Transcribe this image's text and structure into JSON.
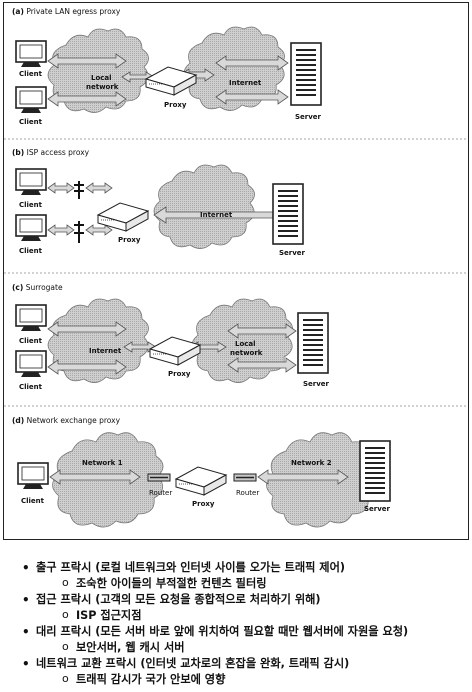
{
  "figure": {
    "panels": [
      {
        "letter": "(a)",
        "title": "Private LAN egress proxy",
        "clients": [
          "Client",
          "Client"
        ],
        "cloud1": [
          "Local",
          "network"
        ],
        "cloud2": [
          "Internet"
        ],
        "proxy": "Proxy",
        "server": "Server"
      },
      {
        "letter": "(b)",
        "title": "ISP access proxy",
        "clients": [
          "Client",
          "Client"
        ],
        "cloud1": [
          "Internet"
        ],
        "proxy": "Proxy",
        "server": "Server"
      },
      {
        "letter": "(c)",
        "title": "Surrogate",
        "clients": [
          "Client",
          "Client"
        ],
        "cloud1": [
          "Internet"
        ],
        "cloud2": [
          "Local",
          "network"
        ],
        "proxy": "Proxy",
        "server": "Server"
      },
      {
        "letter": "(d)",
        "title": "Network exchange proxy",
        "clients": [
          "Client"
        ],
        "cloud1": [
          "Network 1"
        ],
        "cloud2": [
          "Network 2"
        ],
        "router_left": "Router",
        "router_right": "Router",
        "proxy": "Proxy",
        "server": "Server"
      }
    ]
  },
  "notes": [
    {
      "text": "출구 프락시 (로컬 네트워크와 인터넷 사이를 오가는 트래픽 제어)",
      "sub": [
        "조숙한 아이들의 부적절한 컨텐츠 필터링"
      ]
    },
    {
      "text": "접근 프락시 (고객의 모든 요청을 종합적으로 처리하기 위해)",
      "sub": [
        "ISP 접근지점"
      ]
    },
    {
      "text": "대리 프락시 (모든 서버 바로 앞에 위치하여 필요할 때만 웹서버에 자원을 요청)",
      "sub": [
        "보안서버, 웹 캐시 서버"
      ]
    },
    {
      "text": "네트워크 교환 프락시 (인터넷 교차로의 혼잡을 완화, 트래픽 감시)",
      "sub": [
        "트래픽 감시가 국가 안보에 영향"
      ]
    }
  ]
}
